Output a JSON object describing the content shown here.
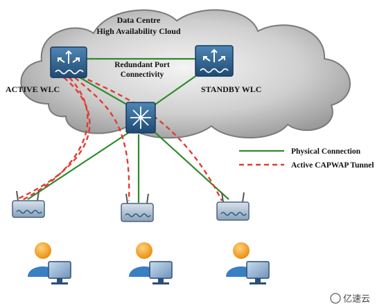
{
  "cloud": {
    "title_line1": "Data Centre",
    "title_line2": "High Availability Cloud"
  },
  "redundant": {
    "line1": "Redundant Port",
    "line2": "Connectivity"
  },
  "active_wlc_label": "ACTIVE WLC",
  "standby_wlc_label": "STANDBY WLC",
  "legend": {
    "physical": "Physical Connection",
    "capwap": "Active CAPWAP Tunnel"
  },
  "watermark": "亿速云",
  "colors": {
    "physical_line": "#2e8b2e",
    "capwap_tunnel": "#e03c31",
    "device_blue": "#2e5f8a",
    "user_orange": "#f39c12",
    "user_blue": "#3a7fc1",
    "cloud_gray": "#b5b5b5"
  }
}
